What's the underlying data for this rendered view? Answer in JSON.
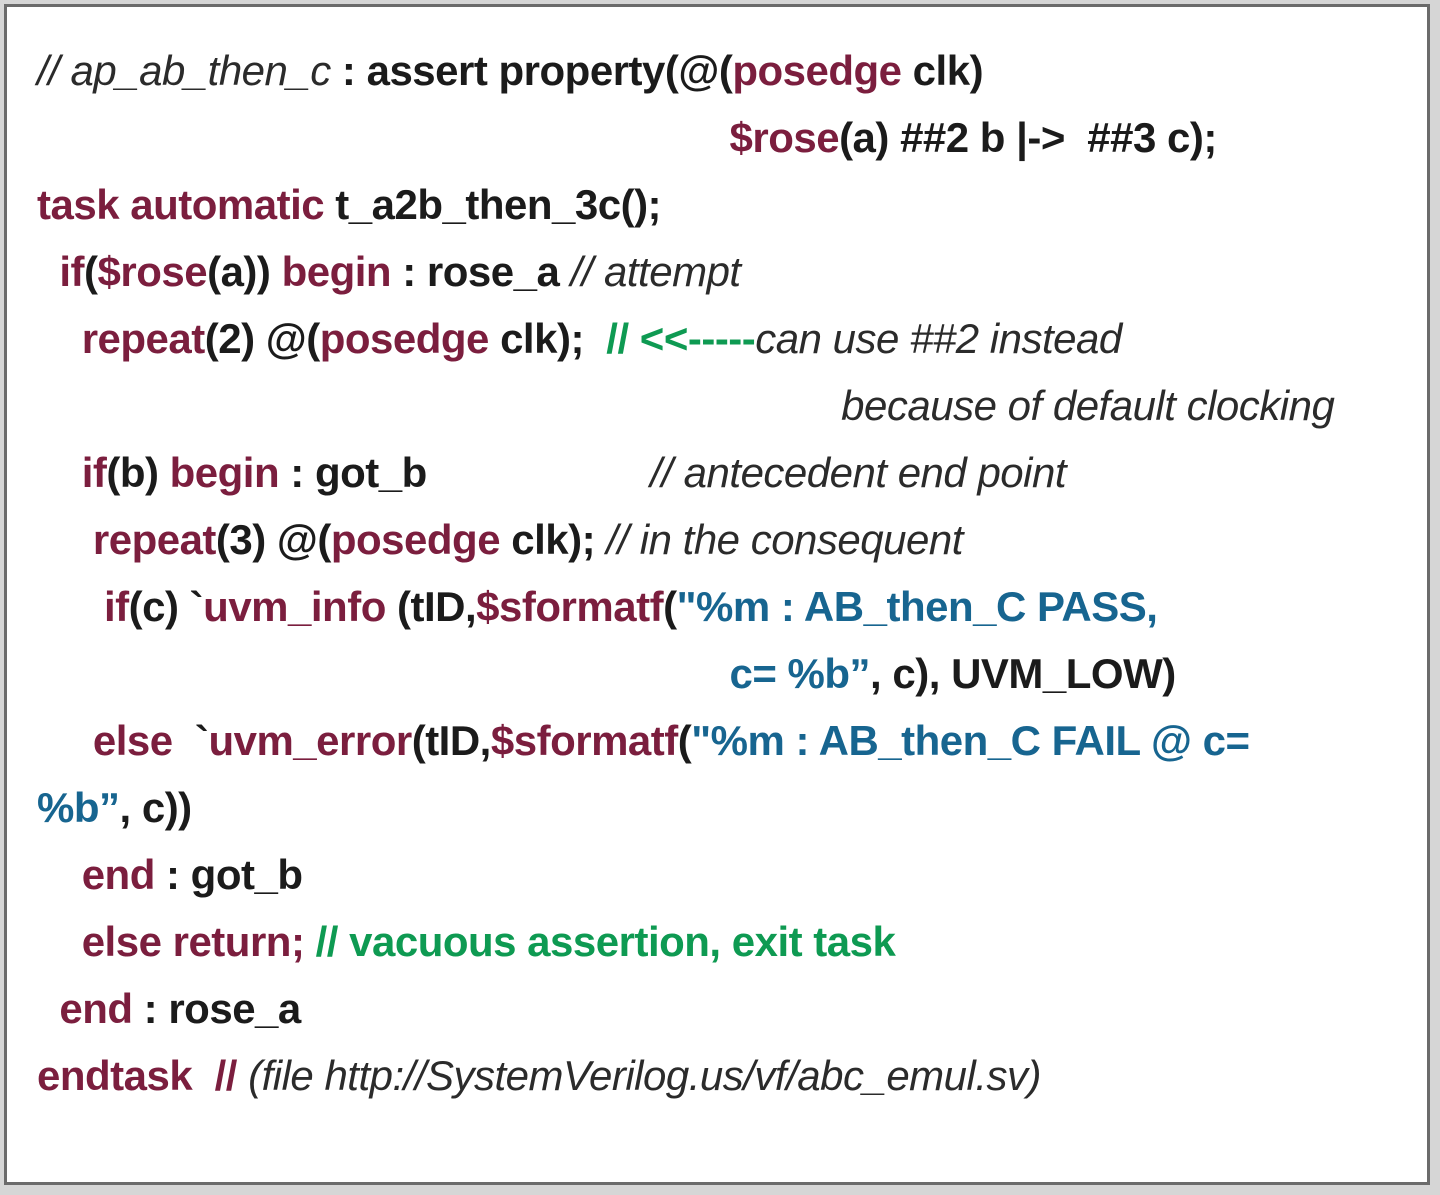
{
  "figure": {
    "description_title": "SystemVerilog assertion emulation task code listing"
  },
  "colors": {
    "keyword_maroon": "#7b1e3e",
    "code_black": "#1b1b1b",
    "string_blue": "#176590",
    "comment_green": "#0e9a52",
    "comment_italic": "#2b2b2b",
    "panel_border": "#6b6b6b",
    "paper_background": "#ffffff"
  },
  "code": {
    "lines": [
      [
        {
          "t": "// ap_ab_then_c",
          "s": "cmt"
        },
        {
          "t": " : assert property(@(",
          "s": "code"
        },
        {
          "t": "posedge",
          "s": "kw"
        },
        {
          "t": " clk)",
          "s": "code"
        }
      ],
      [
        {
          "t": "                                                              ",
          "s": "code"
        },
        {
          "t": "$rose",
          "s": "kw"
        },
        {
          "t": "(a) ##2 b |->  ##3 c);",
          "s": "code"
        }
      ],
      [
        {
          "t": "task automatic",
          "s": "kw"
        },
        {
          "t": " t_a2b_then_3c();",
          "s": "code"
        }
      ],
      [
        {
          "t": "  ",
          "s": "code"
        },
        {
          "t": "if",
          "s": "kw"
        },
        {
          "t": "(",
          "s": "code"
        },
        {
          "t": "$rose",
          "s": "kw"
        },
        {
          "t": "(a)) ",
          "s": "code"
        },
        {
          "t": "begin",
          "s": "kw"
        },
        {
          "t": " : rose_a ",
          "s": "code"
        },
        {
          "t": "// attempt",
          "s": "cmt"
        }
      ],
      [
        {
          "t": "    ",
          "s": "code"
        },
        {
          "t": "repeat",
          "s": "kw"
        },
        {
          "t": "(2) @(",
          "s": "code"
        },
        {
          "t": "posedge",
          "s": "kw"
        },
        {
          "t": " clk);  ",
          "s": "code"
        },
        {
          "t": "// <<-----",
          "s": "grn"
        },
        {
          "t": "can use ##2 instead",
          "s": "cmt"
        }
      ],
      [
        {
          "t": "                                                                        ",
          "s": "code"
        },
        {
          "t": "because of default clocking",
          "s": "cmt"
        }
      ],
      [
        {
          "t": "    ",
          "s": "code"
        },
        {
          "t": "if",
          "s": "kw"
        },
        {
          "t": "(b) ",
          "s": "code"
        },
        {
          "t": "begin",
          "s": "kw"
        },
        {
          "t": " : got_b",
          "s": "code"
        },
        {
          "t": "                    ",
          "s": "code"
        },
        {
          "t": "// antecedent end point",
          "s": "cmt"
        }
      ],
      [
        {
          "t": "     ",
          "s": "code"
        },
        {
          "t": "repeat",
          "s": "kw"
        },
        {
          "t": "(3) @(",
          "s": "code"
        },
        {
          "t": "posedge",
          "s": "kw"
        },
        {
          "t": " clk); ",
          "s": "code"
        },
        {
          "t": "// in the consequent",
          "s": "cmt"
        }
      ],
      [
        {
          "t": "      ",
          "s": "code"
        },
        {
          "t": "if",
          "s": "kw"
        },
        {
          "t": "(c) `",
          "s": "code"
        },
        {
          "t": "uvm_info",
          "s": "kw"
        },
        {
          "t": " (tID,",
          "s": "code"
        },
        {
          "t": "$sformatf",
          "s": "kw"
        },
        {
          "t": "(",
          "s": "code"
        },
        {
          "t": "\"%m : AB_then_C PASS,",
          "s": "str"
        }
      ],
      [
        {
          "t": "                                                              ",
          "s": "code"
        },
        {
          "t": "c= %b”",
          "s": "str"
        },
        {
          "t": ", c), UVM_LOW)",
          "s": "code"
        }
      ],
      [
        {
          "t": "     ",
          "s": "code"
        },
        {
          "t": "else",
          "s": "kw"
        },
        {
          "t": "  `",
          "s": "code"
        },
        {
          "t": "uvm_error",
          "s": "kw"
        },
        {
          "t": "(tID,",
          "s": "code"
        },
        {
          "t": "$sformatf",
          "s": "kw"
        },
        {
          "t": "(",
          "s": "code"
        },
        {
          "t": "\"%m : AB_then_C FAIL @ c=",
          "s": "str"
        }
      ],
      [
        {
          "t": "%b”",
          "s": "str"
        },
        {
          "t": ", c))",
          "s": "code"
        }
      ],
      [
        {
          "t": "    ",
          "s": "code"
        },
        {
          "t": "end",
          "s": "kw"
        },
        {
          "t": " : got_b",
          "s": "code"
        }
      ],
      [
        {
          "t": "    ",
          "s": "code"
        },
        {
          "t": "else return;",
          "s": "kw"
        },
        {
          "t": " ",
          "s": "code"
        },
        {
          "t": "// vacuous assertion, exit task",
          "s": "grn"
        }
      ],
      [
        {
          "t": "  ",
          "s": "code"
        },
        {
          "t": "end",
          "s": "kw"
        },
        {
          "t": " : rose_a",
          "s": "code"
        }
      ],
      [
        {
          "t": "endtask",
          "s": "kw"
        },
        {
          "t": "  ",
          "s": "code"
        },
        {
          "t": "// ",
          "s": "kw"
        },
        {
          "t": "(file http://SystemVerilog.us/vf/abc_emul.sv)",
          "s": "cmt"
        }
      ]
    ]
  }
}
